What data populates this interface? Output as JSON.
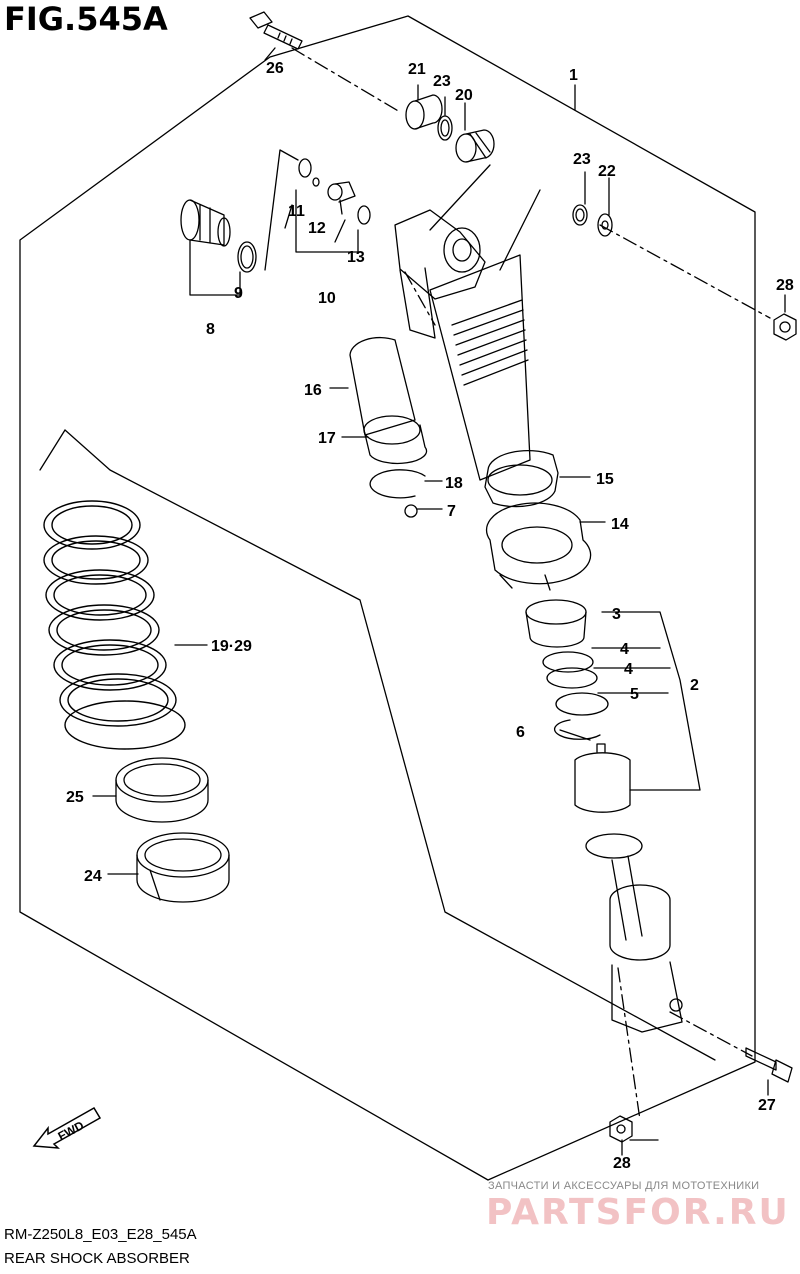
{
  "figure_title": "FIG.545A",
  "model_code": "RM-Z250L8_E03_E28_545A",
  "caption": "REAR SHOCK ABSORBER",
  "fwd_label": "FWD",
  "watermark": {
    "tagline": "ЗАПЧАСТИ И АКСЕССУАРЫ ДЛЯ МОТОТЕХНИКИ",
    "brand": "PARTSFOR.RU"
  },
  "callouts": {
    "c1": "1",
    "c2": "2",
    "c3": "3",
    "c4a": "4",
    "c4b": "4",
    "c5": "5",
    "c6": "6",
    "c7": "7",
    "c8": "8",
    "c9": "9",
    "c10": "10",
    "c11": "11",
    "c12": "12",
    "c13": "13",
    "c14": "14",
    "c15": "15",
    "c16": "16",
    "c17": "17",
    "c18": "18",
    "c1929": "19·29",
    "c20": "20",
    "c21": "21",
    "c22": "22",
    "c23a": "23",
    "c23b": "23",
    "c24": "24",
    "c25": "25",
    "c26": "26",
    "c27": "27",
    "c28a": "28",
    "c28b": "28"
  }
}
